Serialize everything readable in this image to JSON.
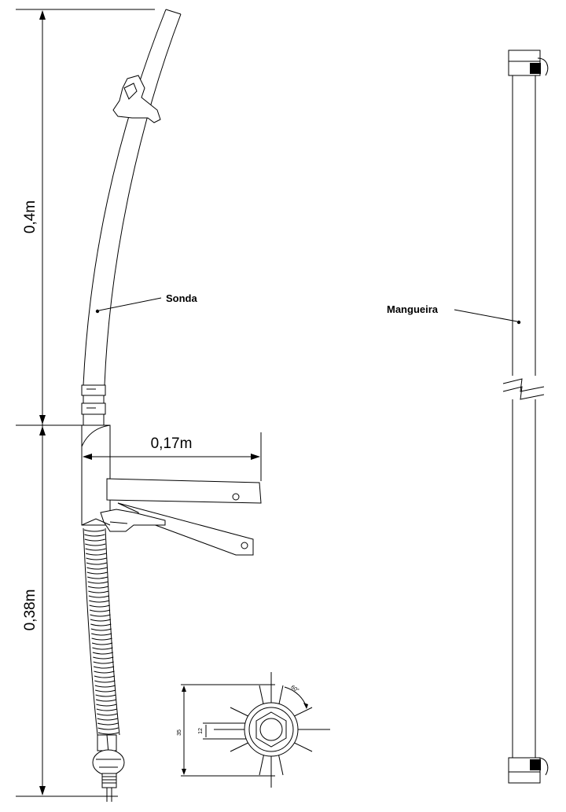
{
  "dimensions": {
    "vertical_top": "0,4m",
    "vertical_bottom": "0,38m",
    "horizontal": "0,17m"
  },
  "labels": {
    "probe": "Sonda",
    "hose": "Mangueira"
  },
  "detail": {
    "height": "35",
    "inner": "12",
    "angle": "60°"
  }
}
